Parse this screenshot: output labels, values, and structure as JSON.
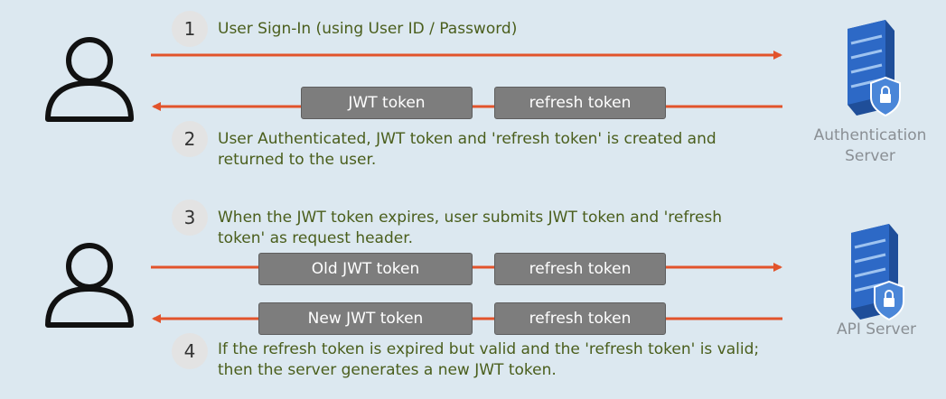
{
  "steps": [
    {
      "num": "1",
      "text": "User Sign-In (using User ID / Password)"
    },
    {
      "num": "2",
      "text_line1": "User Authenticated, JWT token and 'refresh token' is created and",
      "text_line2": "returned to the user."
    },
    {
      "num": "3",
      "text_line1": "When the JWT token expires, user submits JWT token and 'refresh",
      "text_line2": "token' as request header."
    },
    {
      "num": "4",
      "text_line1": "If the refresh token is expired but valid and the 'refresh token' is valid;",
      "text_line2": "then the server generates a new JWT token."
    }
  ],
  "tokens": {
    "jwt": "JWT token",
    "refresh1": "refresh token",
    "old_jwt": "Old JWT token",
    "refresh2": "refresh token",
    "new_jwt": "New JWT token",
    "refresh3": "refresh token"
  },
  "servers": {
    "auth_line1": "Authentication",
    "auth_line2": "Server",
    "api": "API Server"
  },
  "colors": {
    "arrow": "#e2532b",
    "text": "#4a5e1c",
    "background": "#dce8f0",
    "server_blue": "#1f4e99"
  },
  "icons": [
    "user-icon",
    "server-icon",
    "lock-shield-icon"
  ]
}
